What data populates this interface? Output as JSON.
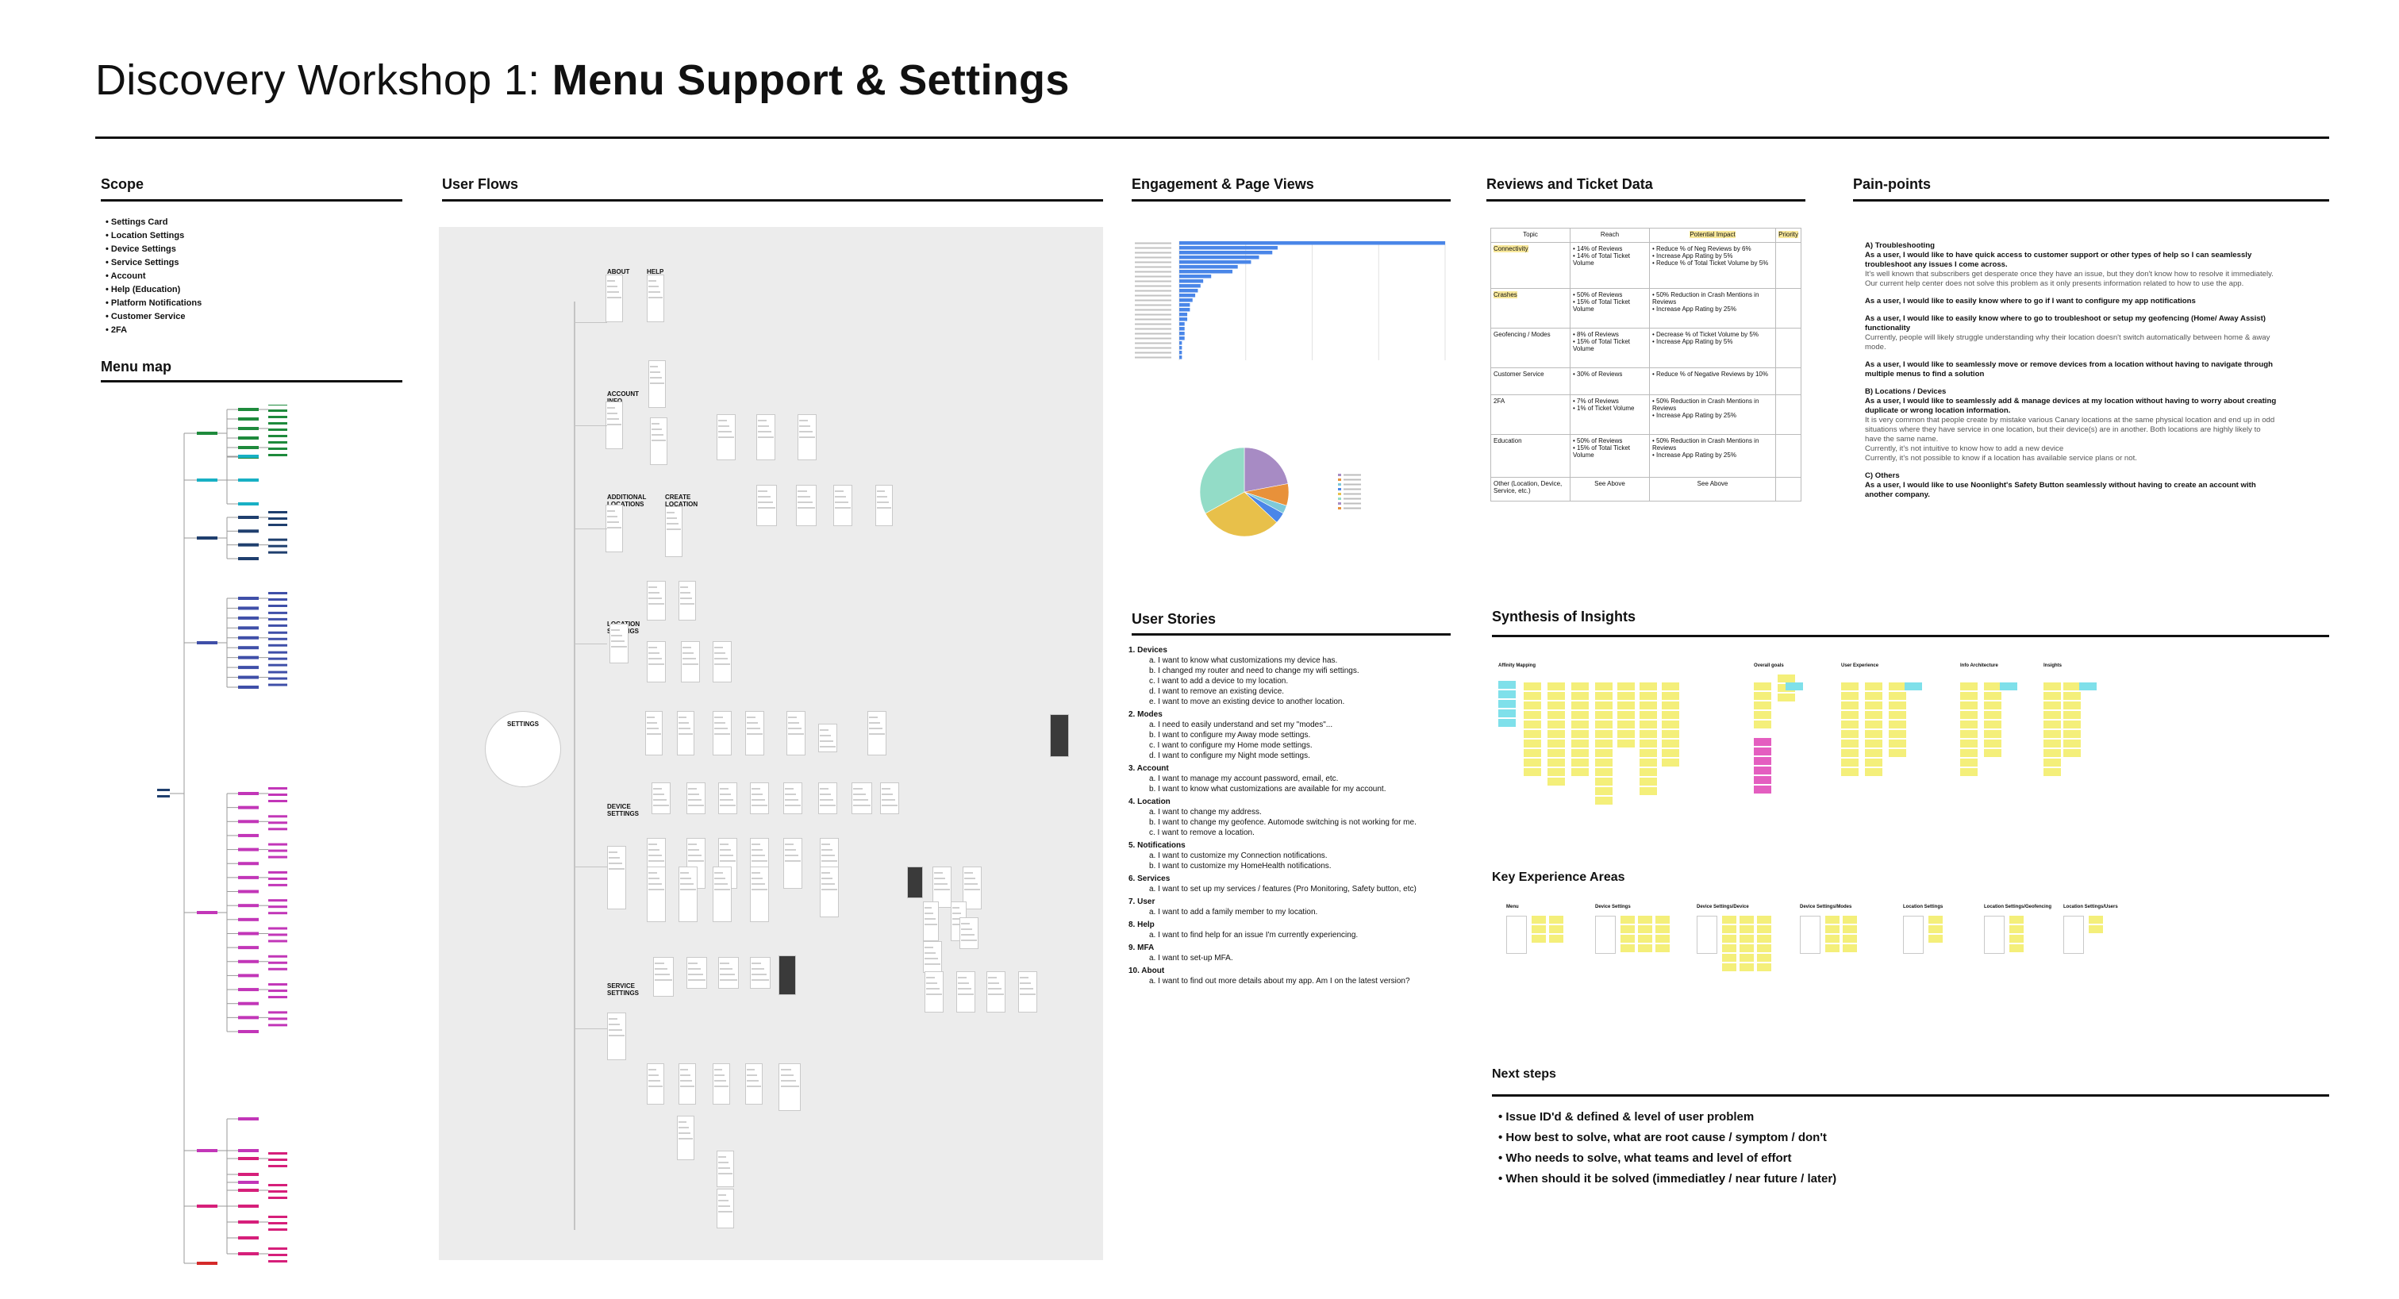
{
  "page": {
    "title_light": "Discovery Workshop 1: ",
    "title_bold": "Menu Support & Settings"
  },
  "sections": {
    "scope": "Scope",
    "menu_map": "Menu map",
    "user_flows": "User Flows",
    "engagement": "Engagement & Page Views",
    "reviews": "Reviews and Ticket Data",
    "pain_points": "Pain-points",
    "user_stories": "User Stories",
    "synthesis": "Synthesis of Insights",
    "key_areas": "Key Experience Areas",
    "next_steps": "Next steps"
  },
  "scope_items": [
    "Settings Card",
    "Location Settings",
    "Device Settings",
    "Service Settings",
    "Account",
    "Help (Education)",
    "Platform Notifications",
    "Customer Service",
    "2FA"
  ],
  "flows": {
    "settings": "SETTINGS",
    "about": "ABOUT",
    "help": "HELP",
    "account_info": "ACCOUNT\nINFO",
    "additional_locations": "ADDITIONAL\nLOCATIONS",
    "create_location": "CREATE\nLOCATION",
    "location_settings": "LOCATION\nSETTINGS",
    "device_settings": "DEVICE\nSETTINGS",
    "service_settings": "SERVICE\nSETTINGS"
  },
  "reviews_table": {
    "headers": [
      "Topic",
      "Reach",
      "Potential Impact",
      "Priority"
    ],
    "rows": [
      {
        "topic": "Connectivity",
        "reach": "• 14% of Reviews\n• 14% of Total Ticket Volume",
        "impact": "• Reduce % of Neg Reviews by 6%\n• Increase App Rating by 5%\n• Reduce % of Total Ticket Volume by 5%"
      },
      {
        "topic": "Crashes",
        "reach": "• 50% of Reviews\n• 15% of Total Ticket Volume",
        "impact": "• 50% Reduction in Crash Mentions in Reviews\n• Increase App Rating by 25%"
      },
      {
        "topic": "Geofencing / Modes",
        "reach": "• 8% of Reviews\n• 15% of Total Ticket Volume",
        "impact": "• Decrease % of Ticket Volume by 5%\n• Increase App Rating by 5%"
      },
      {
        "topic": "Customer Service",
        "reach": "• 30% of Reviews",
        "impact": "• Reduce % of Negative Reviews by 10%"
      },
      {
        "topic": "2FA",
        "reach": "• 7% of Reviews\n• 1% of Ticket Volume",
        "impact": "• 50% Reduction in Crash Mentions in Reviews\n• Increase App Rating by 25%"
      },
      {
        "topic": "Education",
        "reach": "• 50% of Reviews\n• 15% of Total Ticket Volume",
        "impact": "• 50% Reduction in Crash Mentions in Reviews\n• Increase App Rating by 25%"
      },
      {
        "topic": "Other (Location, Device, Service, etc.)",
        "reach": "See Above",
        "impact": "See Above"
      }
    ]
  },
  "pain_points": {
    "a_title": "A) Troubleshooting",
    "a1": "As a user, I would like to have quick access to customer support or other types of help so I can seamlessly troubleshoot any issues I come across.",
    "a1_note": "It's well known that subscribers get desperate once they have an issue, but they don't know how to resolve it immediately. Our current help center does not solve this problem as it only presents information related to how to use the app.",
    "a2": "As a user, I would like to easily know where to go if I want to configure my app notifications",
    "a3": "As a user, I would like to easily know where to go to troubleshoot or setup my geofencing (Home/ Away Assist) functionality",
    "a3_note": "Currently, people will likely struggle understanding why their location doesn't switch automatically between home & away mode.",
    "a4": "As a user, I would like to seamlessly move or remove devices from a location without having to navigate through multiple menus to find a solution",
    "b_title": "B) Locations / Devices",
    "b1": "As a user, I would like to seamlessly add & manage devices at my location without having to worry about creating duplicate or wrong location information.",
    "b1_note": "It is very common that people create by mistake various Canary locations at the same physical location and end up in odd situations where they have service in one location, but their device(s) are in another. Both locations are highly likely to have the same name.",
    "b1_note2": "Currently, it's not intuitive to know how to add a new device",
    "b1_note3": "Currently, it's not possible to know if a location has available service plans or not.",
    "c_title": "C) Others",
    "c1": "As a user, I would like to use Noonlight's Safety Button seamlessly without having to create an account with another company."
  },
  "user_stories": [
    {
      "cat": "1. Devices",
      "items": [
        "a. I want to know what customizations my device has.",
        "b. I changed my router and need to change my wifi settings.",
        "c. I want to add a device to my location.",
        "d. I want to remove an existing device.",
        "e. I want to move an existing device to another location."
      ]
    },
    {
      "cat": "2. Modes",
      "items": [
        "a. I need to easily understand and set my \"modes\"...",
        "b. I want to configure my Away mode settings.",
        "c. I want to configure my Home mode settings.",
        "d. I want to configure my Night mode settings."
      ]
    },
    {
      "cat": "3. Account",
      "items": [
        "a. I want to manage my account password, email, etc.",
        "b. I want to know what customizations are available for my account."
      ]
    },
    {
      "cat": "4. Location",
      "items": [
        "a. I want to change my address.",
        "b. I want to change my geofence. Automode switching is not working for me.",
        "c. I want to remove a location."
      ]
    },
    {
      "cat": "5. Notifications",
      "items": [
        "a. I want to customize my Connection notifications.",
        "b. I want to customize my HomeHealth notifications."
      ]
    },
    {
      "cat": "6. Services",
      "items": [
        "a. I want to set up my services / features (Pro Monitoring, Safety button, etc)"
      ]
    },
    {
      "cat": "7. User",
      "items": [
        "a. I want to add a family member to my location."
      ]
    },
    {
      "cat": "8. Help",
      "items": [
        "a. I want to find help for an issue I'm currently experiencing."
      ]
    },
    {
      "cat": "9. MFA",
      "items": [
        "a. I want to set-up MFA."
      ]
    },
    {
      "cat": "10. About",
      "items": [
        "a. I want to find out more details about my app. Am I on the latest version?"
      ]
    }
  ],
  "synthesis_labels": [
    "Affinity Mapping",
    "Overall goals",
    "User Experience",
    "Info Architecture",
    "Insights"
  ],
  "key_area_labels": [
    "Menu",
    "Device Settings",
    "Device Settings/Device",
    "Device Settings/Modes",
    "Location Settings",
    "Location Settings/Geofencing",
    "Location Settings/Users"
  ],
  "next_steps": [
    "Issue ID'd & defined & level of user problem",
    "How best to solve, what are  root cause /  symptom / don't",
    "Who needs to solve, what teams and level of effort",
    "When should it be solved (immediatley / near future / later)"
  ],
  "chart_data": [
    {
      "type": "bar",
      "orientation": "horizontal",
      "values": [
        100,
        37,
        35,
        30,
        27,
        22,
        20,
        12,
        9,
        8,
        7,
        6,
        5,
        4,
        4,
        3,
        3,
        2,
        2,
        2,
        2,
        1,
        1,
        1,
        1
      ],
      "xlim": [
        0,
        100
      ],
      "grid": true,
      "color": "#4a86e8"
    },
    {
      "type": "pie",
      "values": [
        22,
        8,
        3,
        4,
        30,
        33
      ],
      "colors": [
        "#a78bc4",
        "#e8913a",
        "#7ec9d9",
        "#4a86e8",
        "#e8c04a",
        "#93dcc7"
      ],
      "legend": "right"
    }
  ],
  "colors": {
    "accent_green": "#1e8a3c",
    "accent_teal": "#18b0c4",
    "accent_navy": "#1f3f6e",
    "accent_indigo": "#3f4fa8",
    "accent_magenta": "#c236b8",
    "accent_pink": "#d61f7a",
    "accent_red": "#d42a2a",
    "sticky_yellow": "#f4ef7a"
  }
}
